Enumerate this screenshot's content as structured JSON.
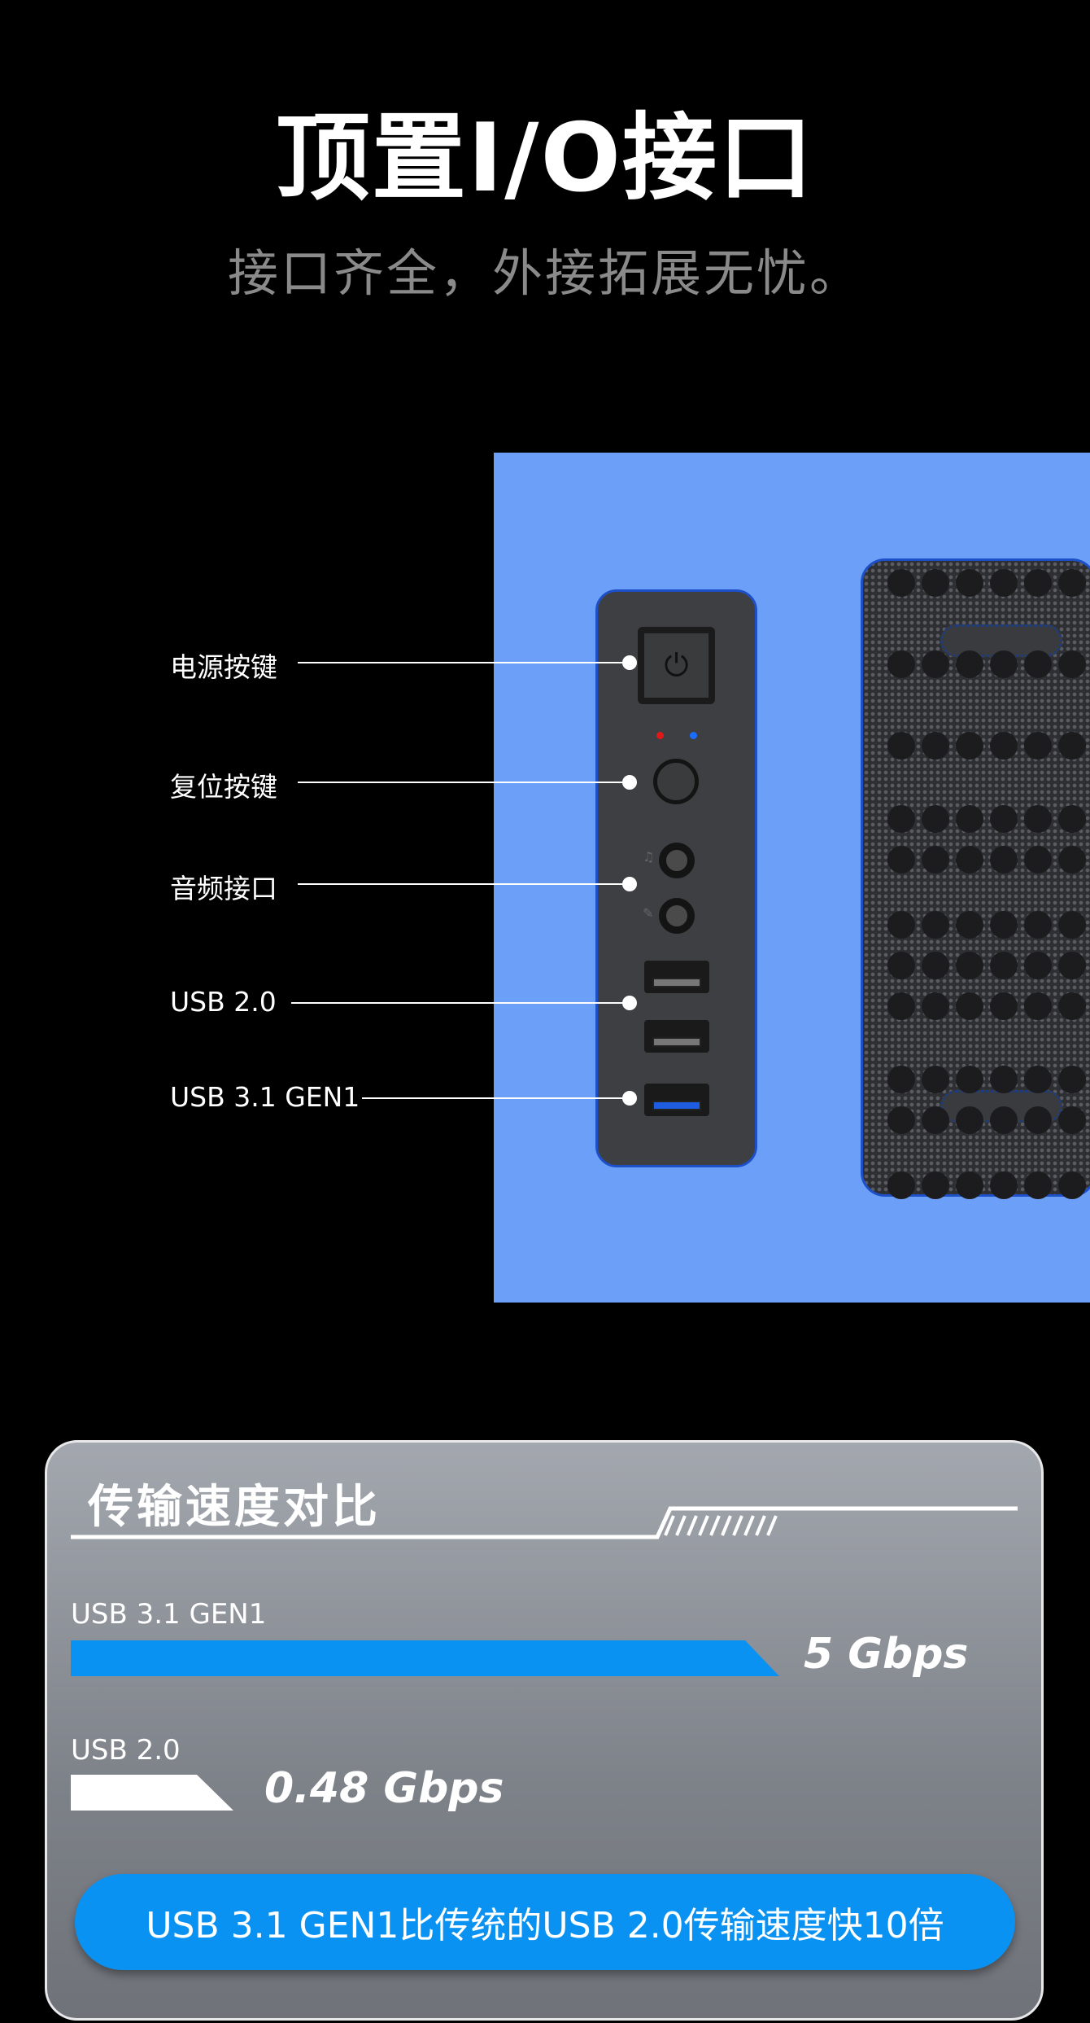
{
  "header": {
    "title": "顶置I/O接口",
    "subtitle": "接口齐全，外接拓展无忧。"
  },
  "callouts": [
    {
      "label": "电源按键"
    },
    {
      "label": "复位按键"
    },
    {
      "label": "音频接口"
    },
    {
      "label": "USB 2.0"
    },
    {
      "label": "USB 3.1 GEN1"
    }
  ],
  "comparison": {
    "title": "传输速度对比",
    "bars": [
      {
        "label": "USB 3.1 GEN1",
        "value": "5 Gbps",
        "color": "#0a92f2"
      },
      {
        "label": "USB 2.0",
        "value": "0.48 Gbps",
        "color": "#ffffff"
      }
    ],
    "summary": "USB 3.1 GEN1比传统的USB 2.0传输速度快10倍"
  },
  "colors": {
    "panel": "#6c9ff7",
    "accent": "#0a92f2"
  }
}
